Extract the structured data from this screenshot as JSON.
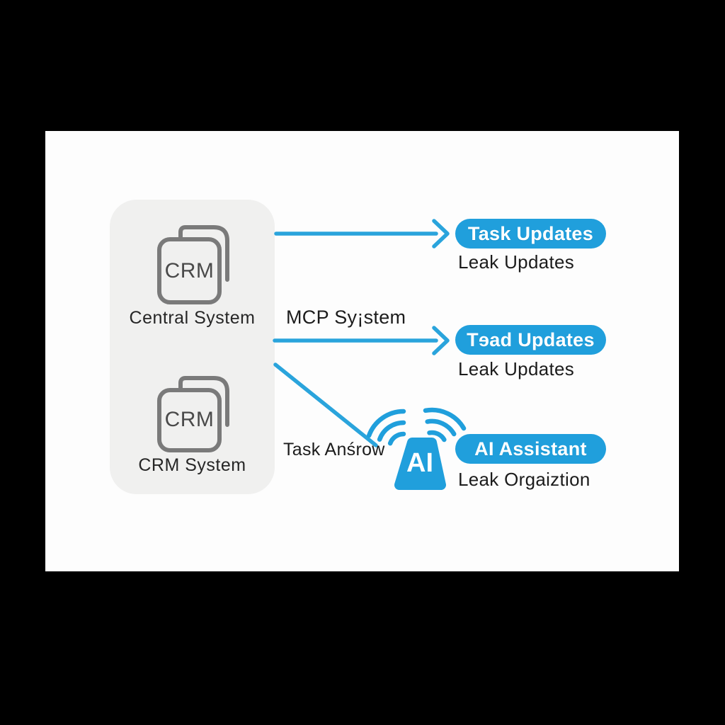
{
  "colors": {
    "accent_blue": "#209fdc",
    "panel_gray": "#f0f0ef",
    "icon_stroke": "#7a7a7a",
    "text_black": "#1c1c1c",
    "canvas_white": "#fdfdfd",
    "frame_black": "#000000"
  },
  "source_panel": {
    "items": [
      {
        "icon": "crm-documents-icon",
        "icon_label": "CRM",
        "label": "Central System"
      },
      {
        "icon": "crm-documents-icon",
        "icon_label": "CRM",
        "label": "CRM System"
      }
    ]
  },
  "connections": {
    "mcp_label": "MCP Sy¡stem",
    "task_label": "Task Anśrow"
  },
  "targets": [
    {
      "pill": "Task Updates",
      "sub": "Leak Updates"
    },
    {
      "pill": "Tɘad Updates",
      "sub": "Leak Updates"
    },
    {
      "pill": "AI Assistant",
      "sub": "Leak Orgaiztion"
    }
  ],
  "ai_icon": {
    "label": "AI"
  }
}
